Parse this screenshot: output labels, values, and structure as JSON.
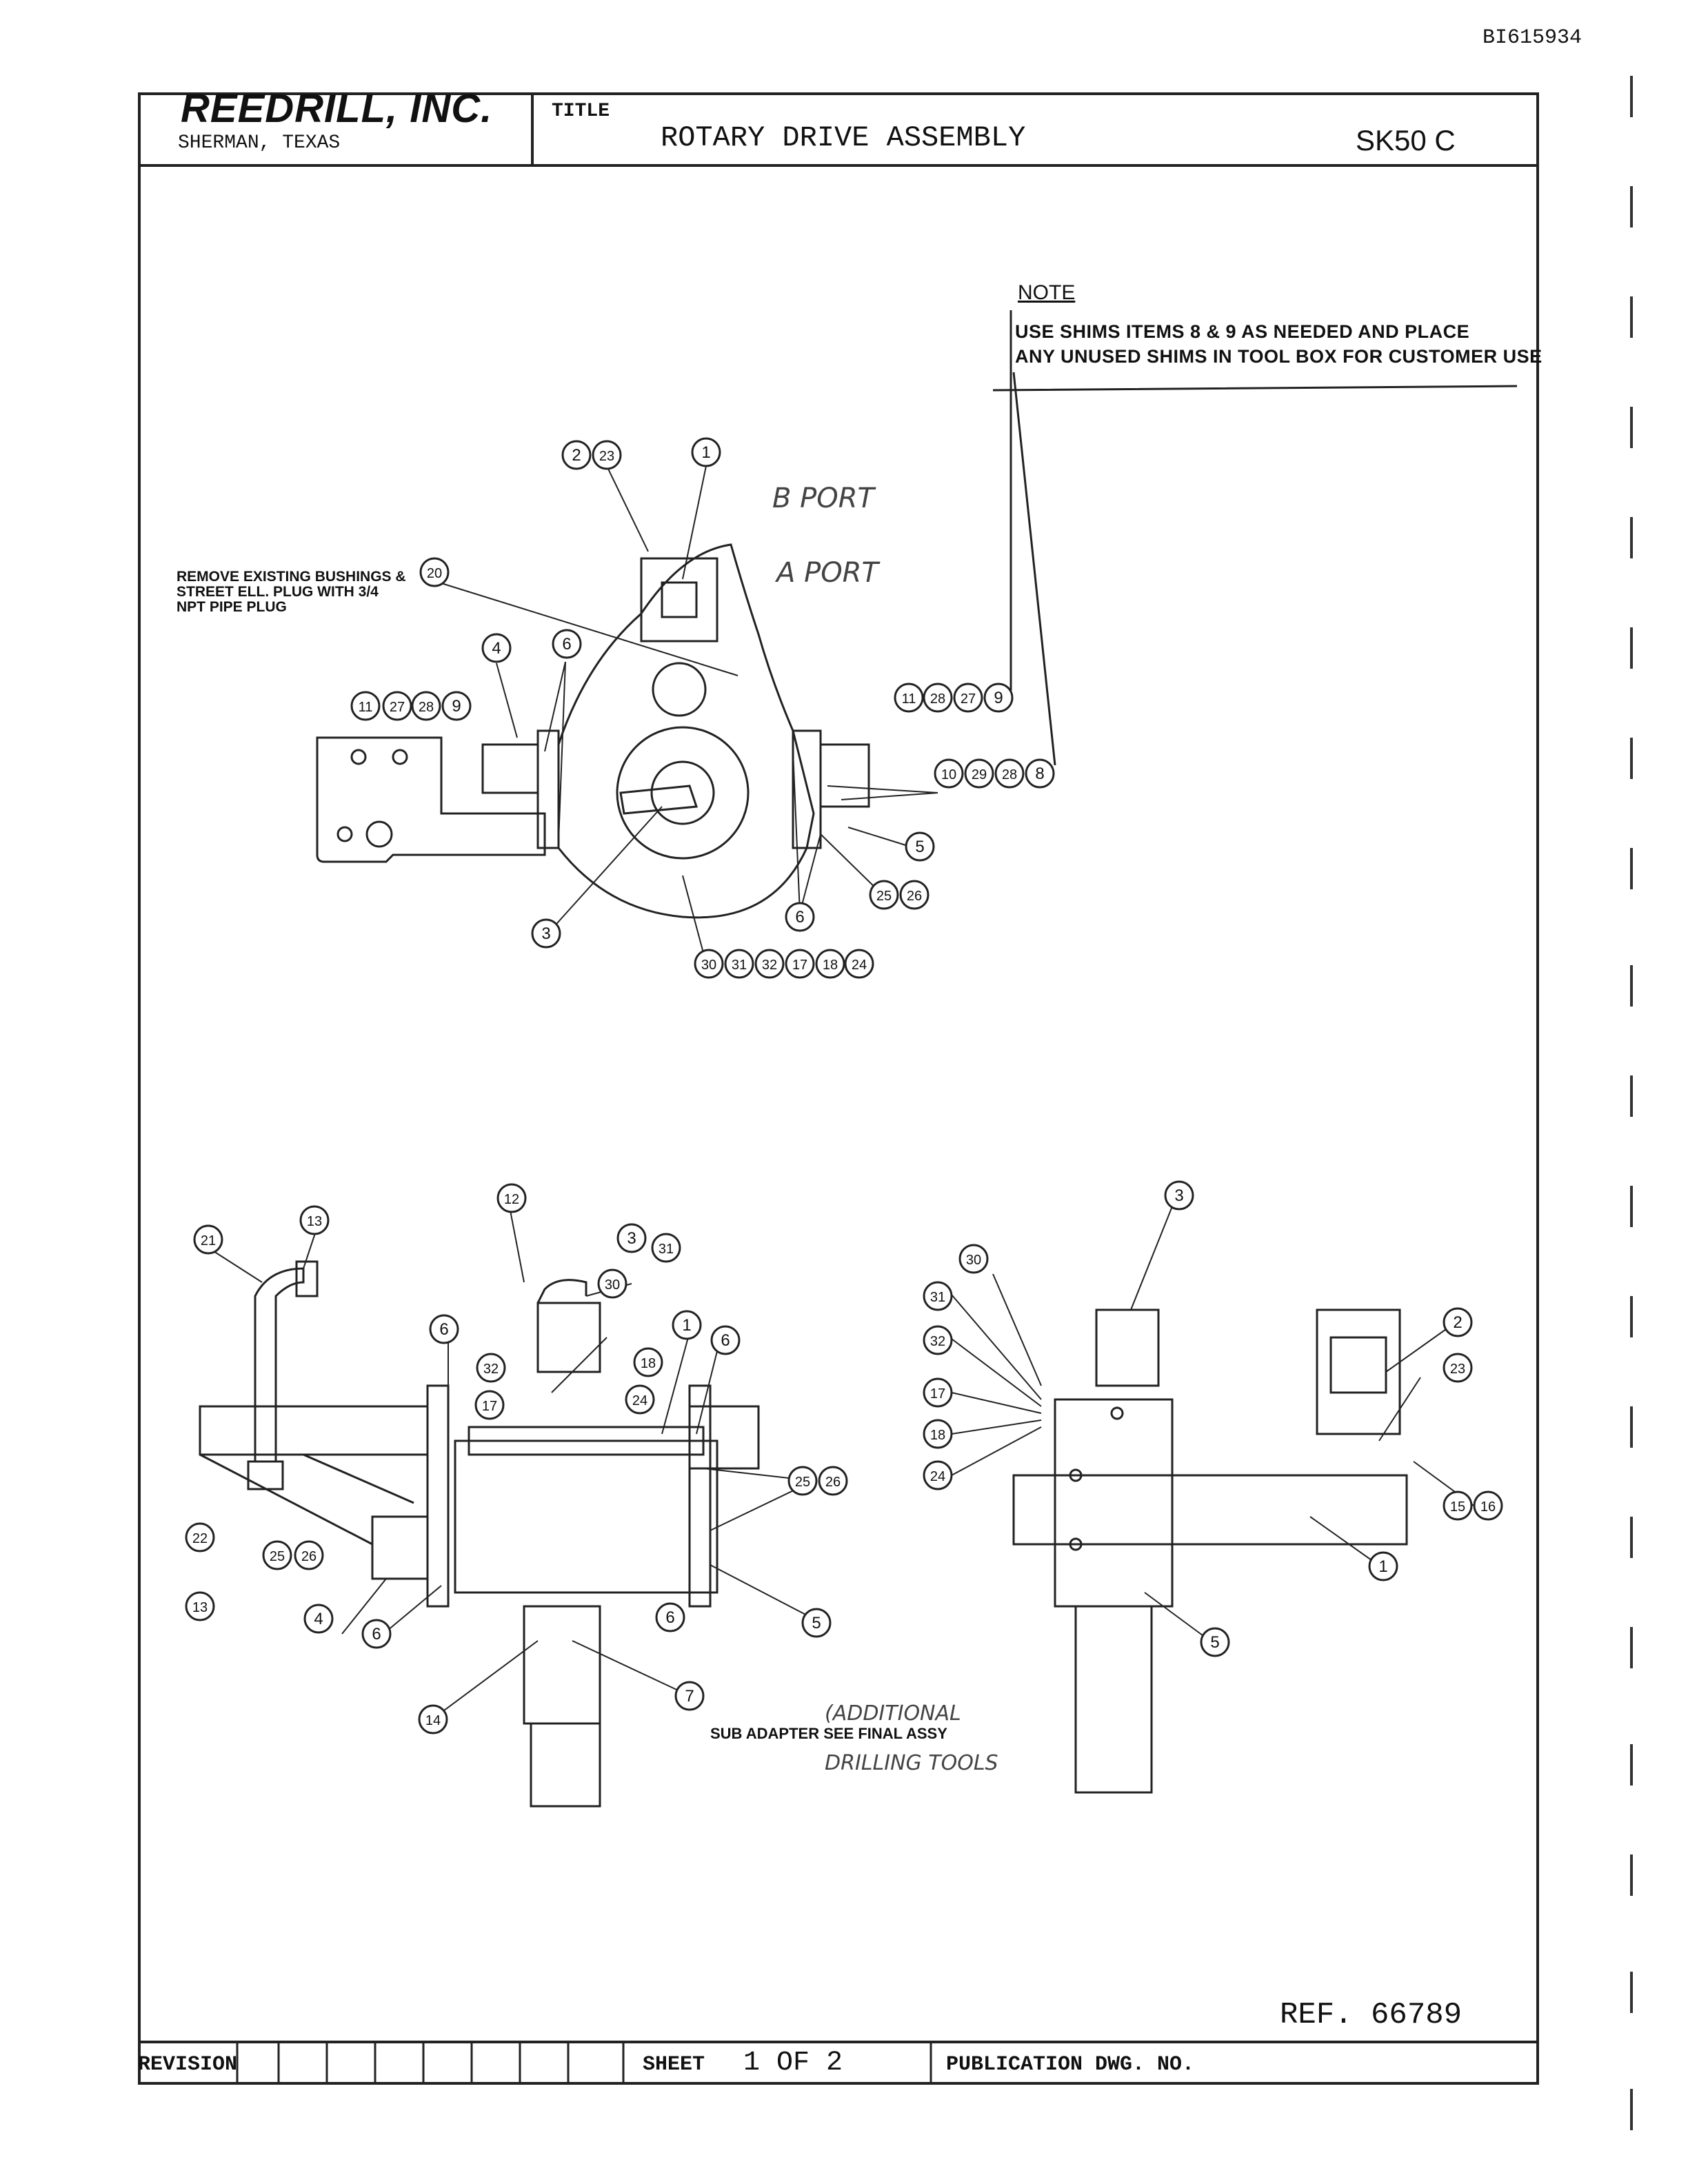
{
  "document": {
    "doc_id": "BI615934",
    "company": "REEDRILL, INC.",
    "location": "SHERMAN, TEXAS",
    "title_label": "TITLE",
    "title": "ROTARY DRIVE ASSEMBLY",
    "drawing_number": "SK50 C",
    "reference": "REF. 66789"
  },
  "note": {
    "heading": "NOTE",
    "line1": "USE SHIMS ITEMS 8 & 9 AS NEEDED AND PLACE",
    "line2": "ANY UNUSED SHIMS IN TOOL BOX FOR CUSTOMER USE"
  },
  "remark": {
    "line1": "REMOVE EXISTING BUSHINGS &",
    "line2": "STREET ELL. PLUG WITH 3/4",
    "line3": "NPT PIPE PLUG"
  },
  "handwritten": {
    "b_port": "B PORT",
    "a_port": "A PORT",
    "additional": "(ADDITIONAL",
    "drilling_tools": "DRILLING TOOLS"
  },
  "sub_adapter_label": "SUB ADAPTER SEE FINAL ASSY",
  "footer": {
    "revision_label": "REVISION",
    "sheet_label": "SHEET",
    "sheet_value": "1 OF 2",
    "publication_label": "PUBLICATION DWG. NO."
  },
  "balloons": {
    "top_view": [
      "2",
      "23",
      "1",
      "20",
      "6",
      "4",
      "11",
      "27",
      "28",
      "9",
      "11",
      "28",
      "27",
      "9",
      "10",
      "29",
      "28",
      "8",
      "5",
      "25",
      "26",
      "6",
      "3",
      "30",
      "31",
      "32",
      "17",
      "18",
      "24"
    ],
    "front_view": [
      "21",
      "13",
      "12",
      "3",
      "31",
      "30",
      "6",
      "1",
      "6",
      "32",
      "18",
      "17",
      "24",
      "25",
      "26",
      "22",
      "25",
      "26",
      "13",
      "4",
      "6",
      "6",
      "5",
      "7",
      "14"
    ],
    "side_view": [
      "3",
      "30",
      "31",
      "32",
      "17",
      "18",
      "24",
      "2",
      "23",
      "15",
      "16",
      "1",
      "5"
    ]
  }
}
